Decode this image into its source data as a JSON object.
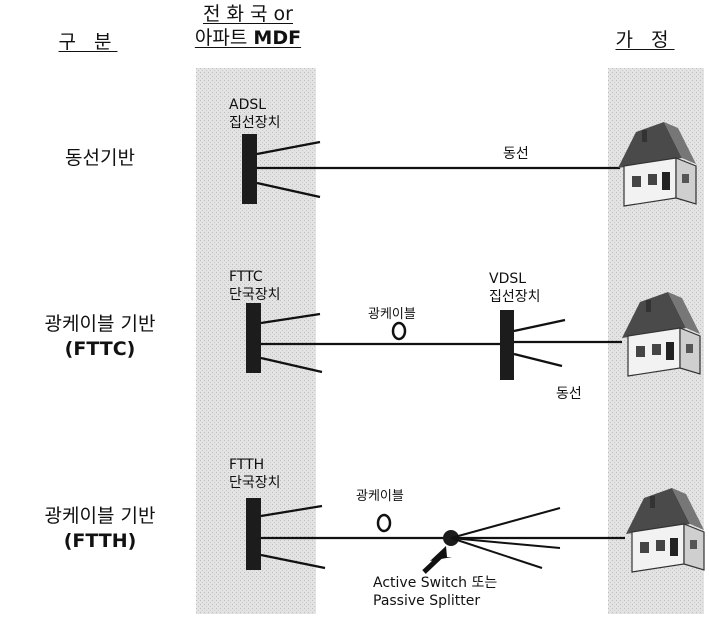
{
  "headers": {
    "category": "구 분",
    "central_line1": "전 화 국 or",
    "central_line2_ko": "아파트 ",
    "central_line2_en": "MDF",
    "home": "가 정"
  },
  "rows": [
    {
      "label": "동선기반",
      "sub": "",
      "device": [
        "ADSL",
        "집선장치"
      ],
      "line_label": "동선"
    },
    {
      "label": "광케이블 기반",
      "sub": "(FTTC)",
      "device": [
        "FTTC",
        "단국장치"
      ],
      "fiber_label": "광케이블",
      "remote_device": [
        "VDSL",
        "집선장치"
      ],
      "copper_label": "동선"
    },
    {
      "label": "광케이블 기반",
      "sub": "(FTTH)",
      "device": [
        "FTTH",
        "단국장치"
      ],
      "fiber_label": "광케이블",
      "switch_label": [
        "Active Switch 또는",
        "Passive Splitter"
      ]
    }
  ],
  "colors": {
    "line": "#111111",
    "shade": "#d9d9d9",
    "house_wall": "#f4f4f4",
    "house_roof": "#5a5a5a"
  },
  "icons": [
    "house-icon",
    "device-box",
    "fiber-coil-icon",
    "splitter-node",
    "arrow-icon"
  ]
}
